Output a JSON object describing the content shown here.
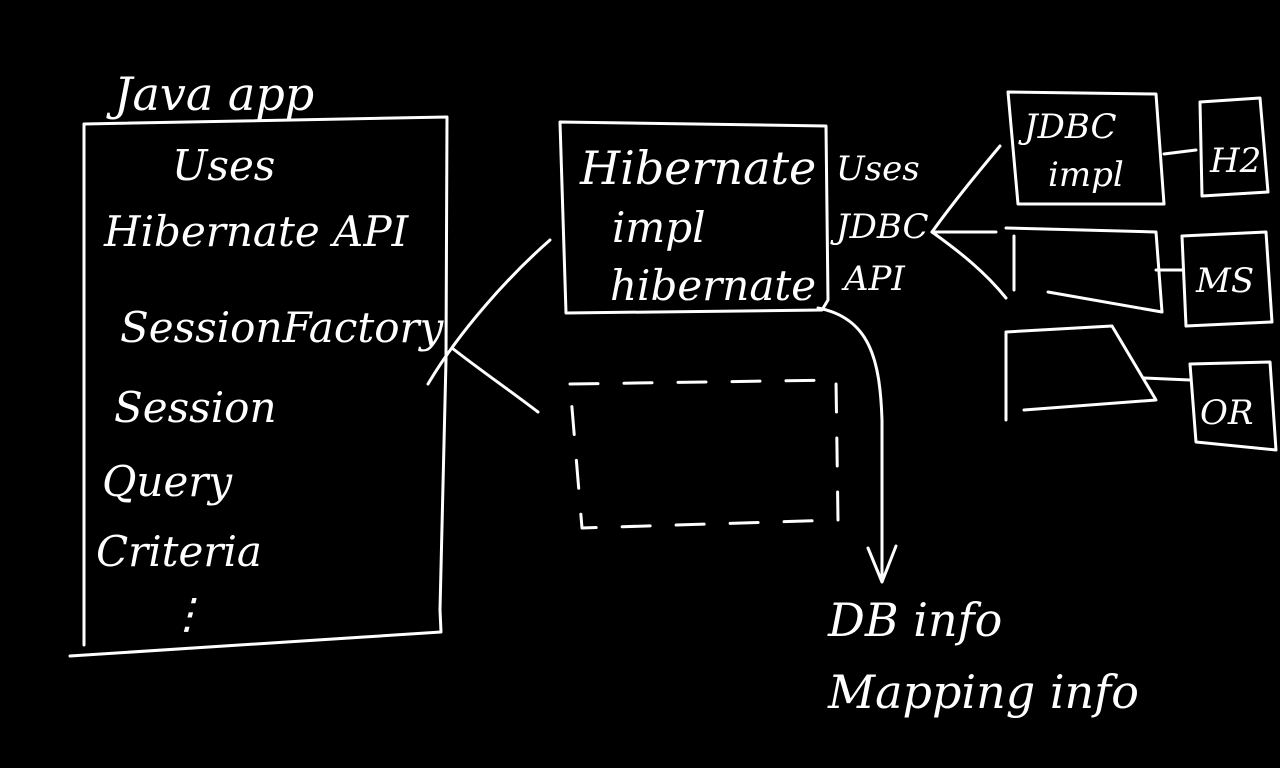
{
  "diagram": {
    "background_color": "#000000",
    "ink_color": "#ffffff",
    "java_app": {
      "title": "Java app",
      "uses_label": "Uses",
      "api_label": "Hibernate API",
      "items": [
        "SessionFactory",
        "Session",
        "Query",
        "Criteria"
      ],
      "ellipsis": "⋮"
    },
    "hibernate_box": {
      "lines": [
        "Hibernate",
        "impl",
        "hibernate"
      ]
    },
    "jdbc_link": {
      "lines": [
        "Uses",
        "JDBC",
        "API"
      ]
    },
    "jdbc_impl_box": {
      "lines": [
        "JDBC",
        "impl"
      ]
    },
    "databases": [
      "H2",
      "MS",
      "OR"
    ],
    "config_output": {
      "lines": [
        "DB info",
        "Mapping info"
      ]
    }
  }
}
